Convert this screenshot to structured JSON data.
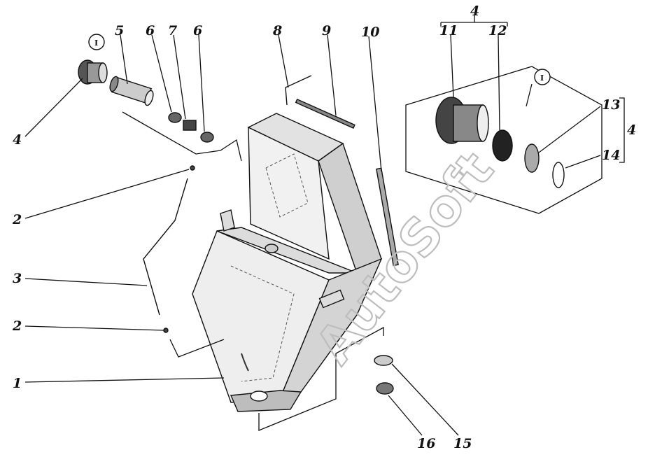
{
  "watermark": "AutoSoft",
  "callouts": {
    "c1": "1",
    "c2a": "2",
    "c2b": "2",
    "c3": "3",
    "c4_left": "4",
    "c4_top": "4",
    "c4_right": "4",
    "c5": "5",
    "c6a": "6",
    "c6b": "6",
    "c7": "7",
    "c8": "8",
    "c9": "9",
    "c10": "10",
    "c11": "11",
    "c12": "12",
    "c13": "13",
    "c14": "14",
    "c15": "15",
    "c16": "16"
  },
  "detail_marks": {
    "left": "I",
    "right": "I"
  }
}
